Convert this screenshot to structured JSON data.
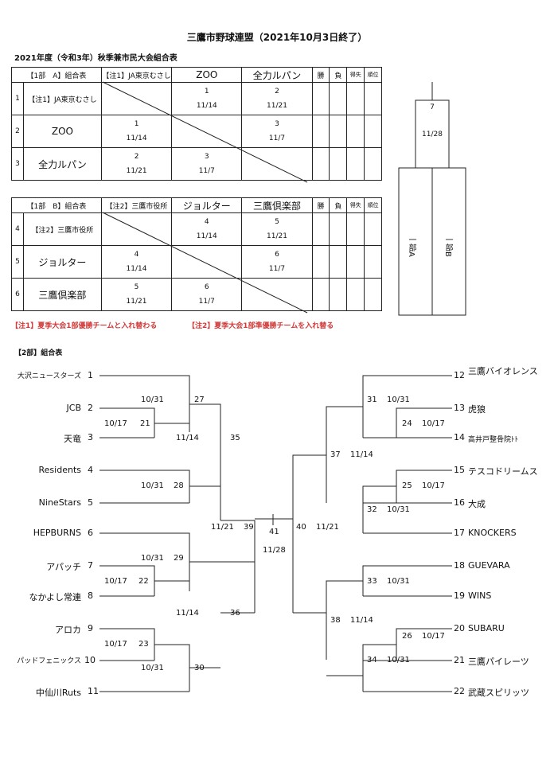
{
  "title": "三鷹市野球連盟（2021年10月3日終了）",
  "subtitle": "2021年度（令和3年）秋季兼市民大会組合表",
  "headers": {
    "win": "勝",
    "loss": "負",
    "diff": "得失",
    "rank": "順位"
  },
  "groupA": {
    "label": "【1部　A】組合表",
    "cols": [
      "【注1】JA東京むさし",
      "ZOO",
      "全力ルパン"
    ],
    "rows": [
      {
        "n": "1",
        "team": "【注1】JA東京むさし",
        "c": [
          null,
          [
            "1",
            "11/14"
          ],
          [
            "2",
            "11/21"
          ]
        ]
      },
      {
        "n": "2",
        "team": "ZOO",
        "c": [
          [
            "1",
            "11/14"
          ],
          null,
          [
            "3",
            "11/7"
          ]
        ]
      },
      {
        "n": "3",
        "team": "全力ルパン",
        "c": [
          [
            "2",
            "11/21"
          ],
          [
            "3",
            "11/7"
          ],
          null
        ]
      }
    ]
  },
  "groupB": {
    "label": "【1部　B】組合表",
    "cols": [
      "【注2】三鷹市役所",
      "ジョルター",
      "三鷹倶楽部"
    ],
    "rows": [
      {
        "n": "4",
        "team": "【注2】三鷹市役所",
        "c": [
          null,
          [
            "4",
            "11/14"
          ],
          [
            "5",
            "11/21"
          ]
        ]
      },
      {
        "n": "5",
        "team": "ジョルター",
        "c": [
          [
            "4",
            "11/14"
          ],
          null,
          [
            "6",
            "11/7"
          ]
        ]
      },
      {
        "n": "6",
        "team": "三鷹倶楽部",
        "c": [
          [
            "5",
            "11/21"
          ],
          [
            "6",
            "11/7"
          ],
          null
        ]
      }
    ]
  },
  "final1": {
    "num": "7",
    "date": "11/28",
    "a": "一部A",
    "b": "一部B"
  },
  "notes": {
    "n1": "【注1】夏季大会1部優勝チームと入れ替わる",
    "n2": "【注2】夏季大会1部準優勝チームを入れ替る"
  },
  "section2": "【2部】組合表",
  "left_teams": [
    {
      "name": "大沢ニュースターズ",
      "seed": "1"
    },
    {
      "name": "JCB",
      "seed": "2"
    },
    {
      "name": "天竜",
      "seed": "3"
    },
    {
      "name": "Residents",
      "seed": "4"
    },
    {
      "name": "NineStars",
      "seed": "5"
    },
    {
      "name": "HEPBURNS",
      "seed": "6"
    },
    {
      "name": "アパッチ",
      "seed": "7"
    },
    {
      "name": "なかよし常連",
      "seed": "8"
    },
    {
      "name": "アロカ",
      "seed": "9"
    },
    {
      "name": "パッドフェニックス",
      "seed": "10"
    },
    {
      "name": "中仙川Ruts",
      "seed": "11"
    }
  ],
  "right_teams": [
    {
      "name": "三鷹バイオレンス",
      "seed": "12"
    },
    {
      "name": "虎狼",
      "seed": "13"
    },
    {
      "name": "高井戸整骨院ﾄﾄ",
      "seed": "14"
    },
    {
      "name": "テスコドリームス",
      "seed": "15"
    },
    {
      "name": "大成",
      "seed": "16"
    },
    {
      "name": "KNOCKERS",
      "seed": "17"
    },
    {
      "name": "GUEVARA",
      "seed": "18"
    },
    {
      "name": "WINS",
      "seed": "19"
    },
    {
      "name": "SUBARU",
      "seed": "20"
    },
    {
      "name": "三鷹パイレーツ",
      "seed": "21"
    },
    {
      "name": "武蔵スピリッツ",
      "seed": "22"
    }
  ],
  "games": {
    "g21": "21",
    "g21d": "10/17",
    "g22": "22",
    "g22d": "10/17",
    "g23": "23",
    "g23d": "10/17",
    "g27": "27",
    "g27d": "10/31",
    "g28": "28",
    "g28d": "10/31",
    "g29": "29",
    "g29d": "10/31",
    "g30": "30",
    "g30d": "10/31",
    "g35": "35",
    "g35d": "11/14",
    "g36": "36",
    "g36d": "11/14",
    "g39": "39",
    "g39d": "11/21",
    "g41": "41",
    "g41d": "11/28",
    "g40": "40",
    "g40d": "11/21",
    "g31": "31",
    "g31d": "10/31",
    "g24": "24",
    "g24d": "10/17",
    "g37": "37",
    "g37d": "11/14",
    "g25": "25",
    "g25d": "10/17",
    "g32": "32",
    "g32d": "10/31",
    "g33": "33",
    "g33d": "10/31",
    "g38": "38",
    "g38d": "11/14",
    "g26": "26",
    "g26d": "10/17",
    "g34": "34",
    "g34d": "10/31"
  }
}
